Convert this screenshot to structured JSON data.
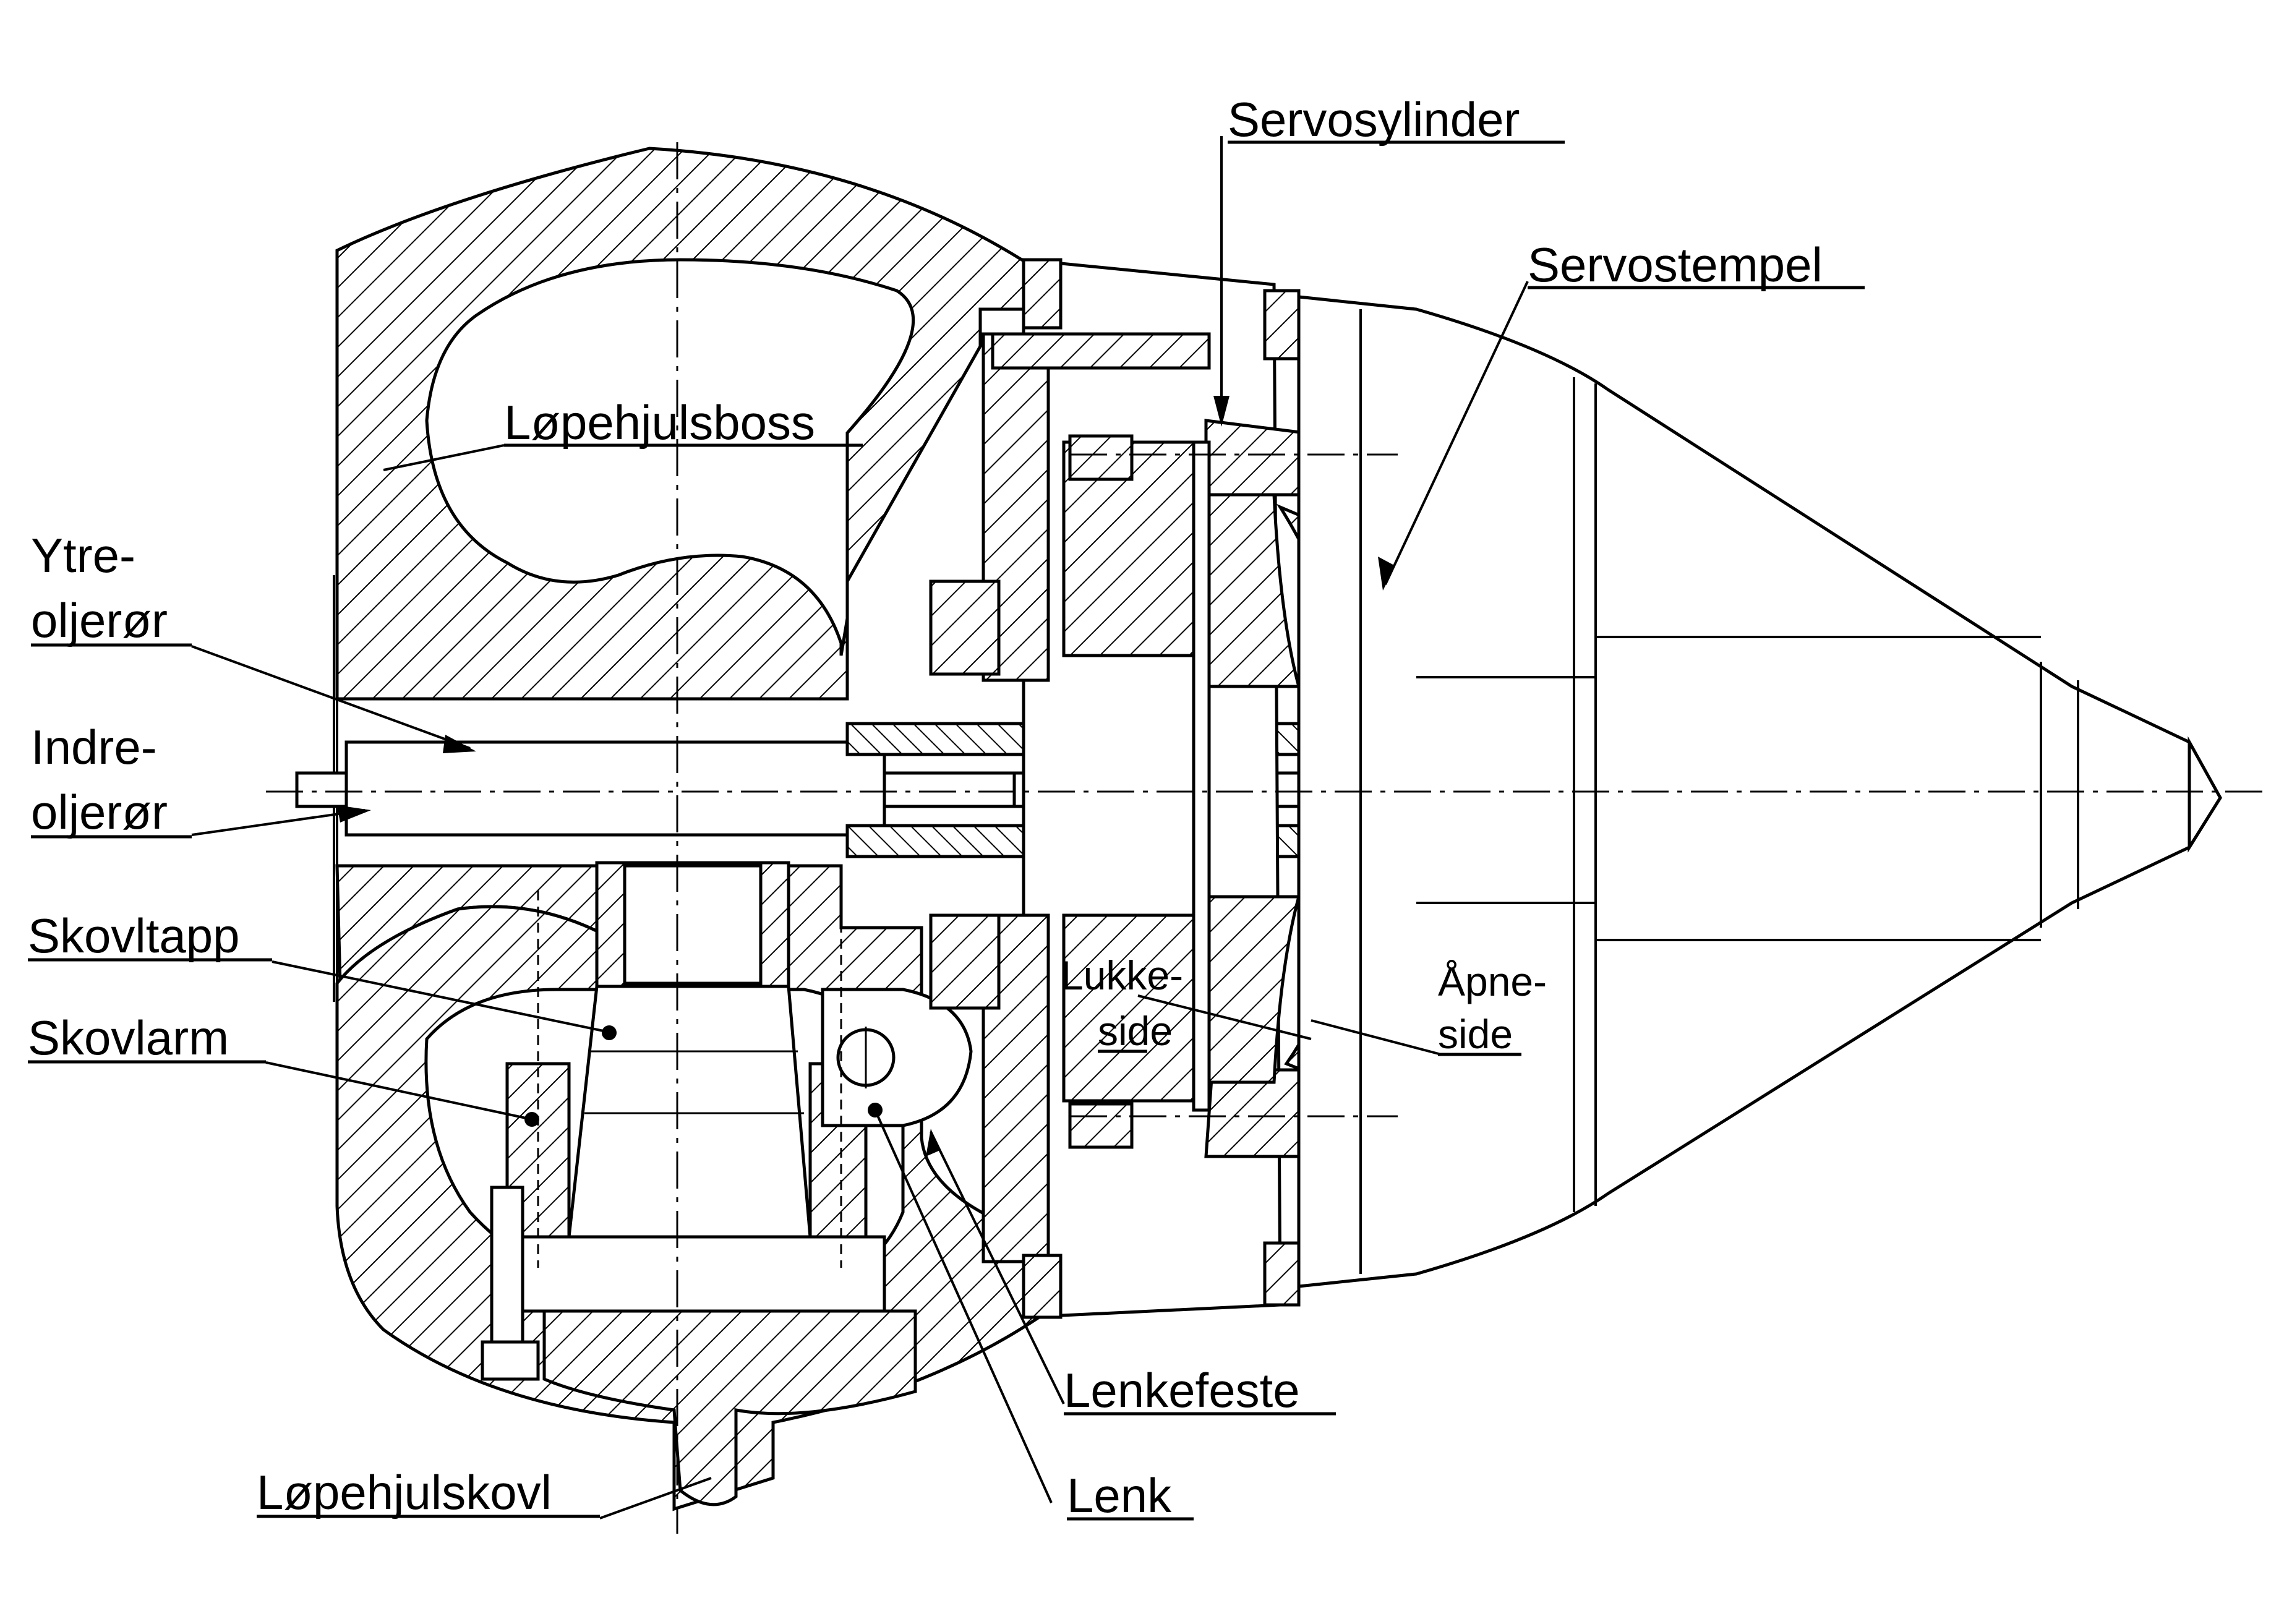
{
  "labels": {
    "servosylinder": "Servosylinder",
    "servostempel": "Servostempel",
    "lopehjulsboss": "Løpehjulsboss",
    "ytre_1": "Ytre-",
    "ytre_2": "oljerør",
    "indre_1": "Indre-",
    "indre_2": "oljerør",
    "skovltapp": "Skovltapp",
    "skovlarm": "Skovlarm",
    "lukke_1": "Lukke-",
    "lukke_2": "side",
    "apne_1": "Åpne-",
    "apne_2": "side",
    "lenkefeste": "Lenkefeste",
    "lenk": "Lenk",
    "lopehjulskovl": "Løpehjulskovl"
  }
}
